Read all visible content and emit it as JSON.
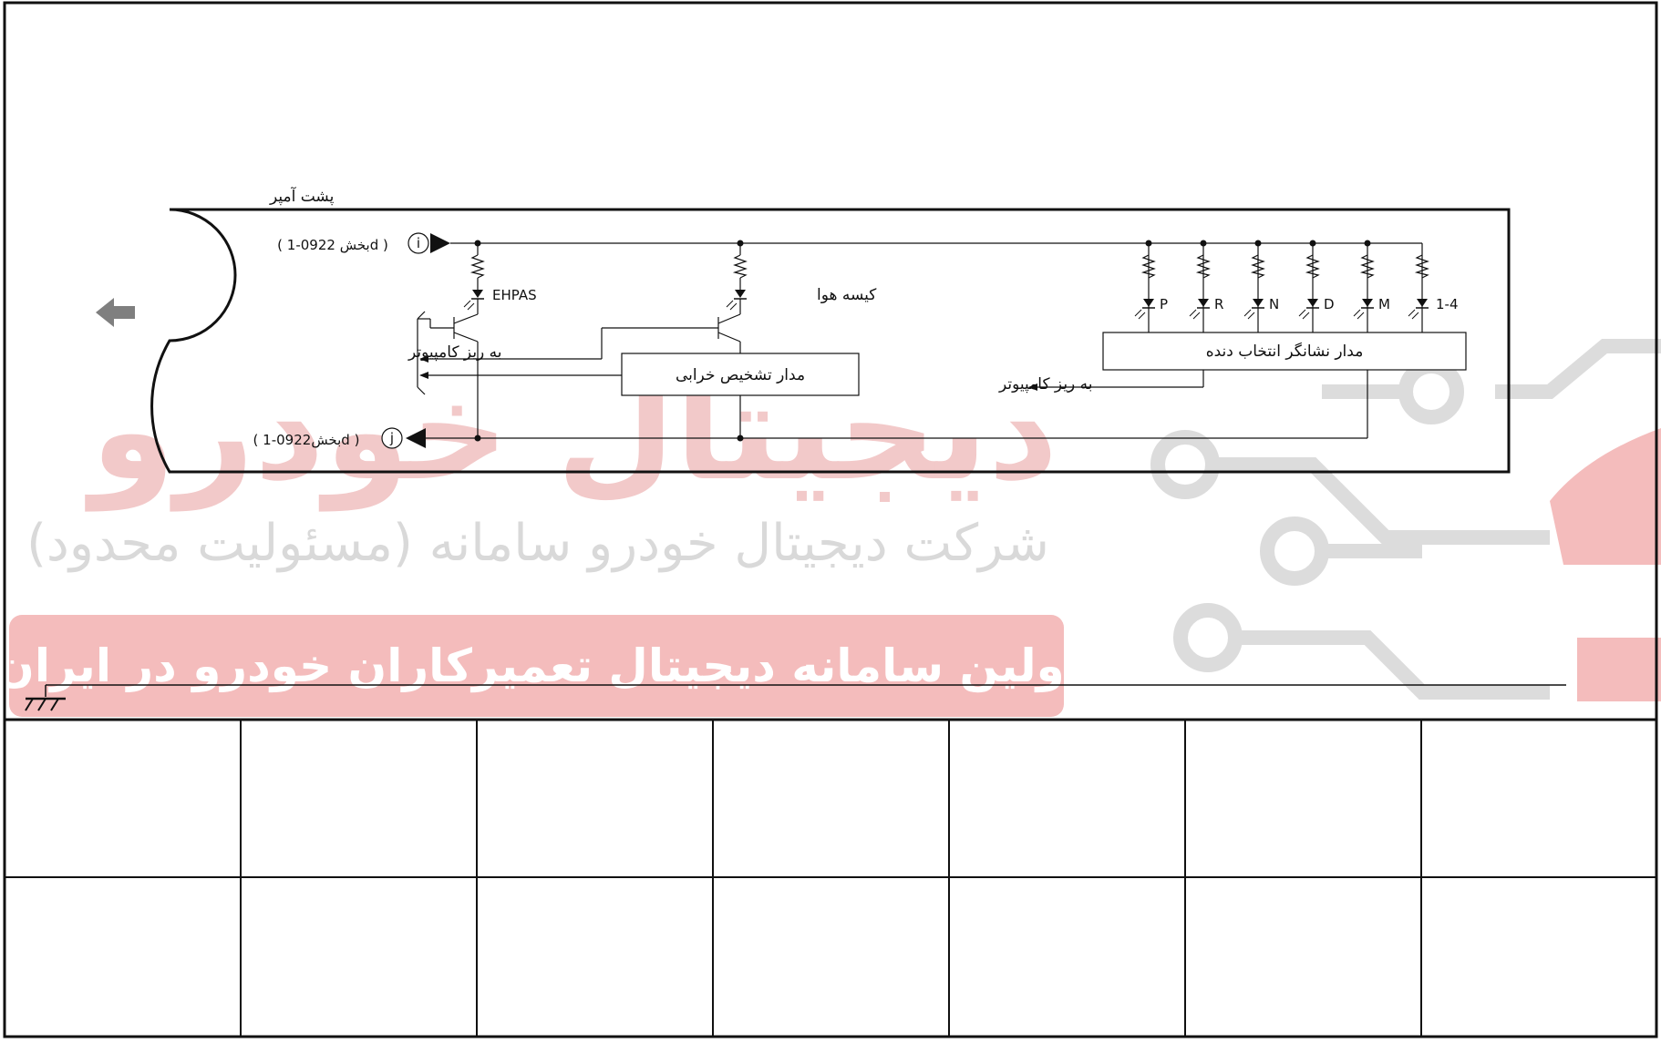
{
  "header": {
    "amp_back_label": "پشت آمپر"
  },
  "connectors": {
    "top": {
      "letter": "i",
      "label": "(  بخش  0922-1d  )"
    },
    "bottom": {
      "letter": "j",
      "label": "(  بخش0922-1d  )"
    }
  },
  "loads": {
    "ehpas": "EHPAS",
    "airbag": "کیسه هوا"
  },
  "gear_leds": [
    "P",
    "R",
    "N",
    "D",
    "M",
    "1-4"
  ],
  "blocks": {
    "fault_diag": "مدار تشخیص خرابی",
    "gear_indicator": "مدار نشانگر انتخاب دنده"
  },
  "outputs": {
    "to_ecu_left": "به ریز کامپیوتر",
    "to_ecu_mid": "به ریز کامپیوتر"
  },
  "watermark": {
    "brand": "دیجیتال خودرو",
    "company": "شرکت دیجیتال خودرو سامانه (مسئولیت محدود)",
    "tagline": "اولین سامانه دیجیتال تعمیرکاران خودرو در ایران",
    "brand_color": "#e23b3b"
  },
  "colors": {
    "line": "#111111",
    "arrow_gray": "#7f7f7f"
  }
}
